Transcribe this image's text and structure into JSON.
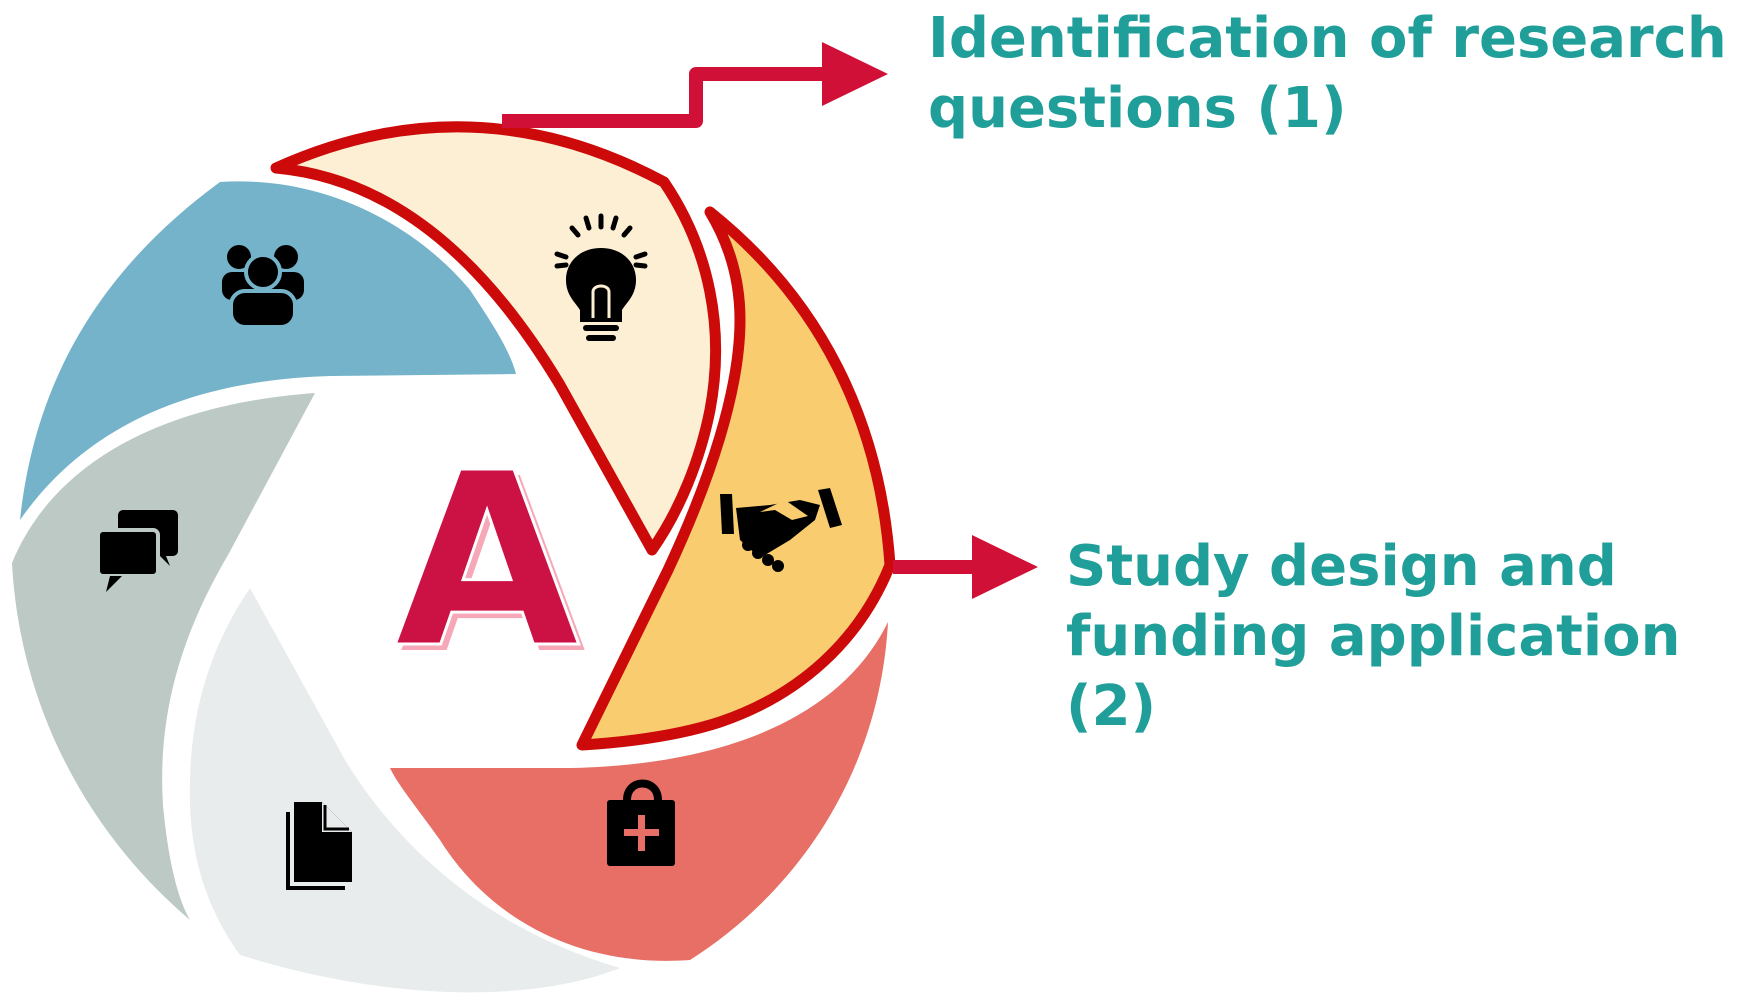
{
  "center_letter": "A",
  "steps": [
    {
      "label_line1": "Identification of research",
      "label_line2": "questions (1)",
      "icon": "lightbulb-icon"
    },
    {
      "label_line1": "Study design and",
      "label_line2": "funding application (2)",
      "icon": "handshake-icon"
    }
  ],
  "segment_icons": [
    "group-icon",
    "lightbulb-icon",
    "handshake-icon",
    "medical-bag-icon",
    "documents-icon",
    "chat-icon"
  ],
  "colors": {
    "blue": "#74b3ca",
    "light_yellow": "#fdefd4",
    "yellow": "#f9cd6f",
    "salmon": "#e76f65",
    "light_grey": "#e8ecec",
    "grey": "#bcc9c4",
    "highlight_red": "#cc0a0a",
    "arrow_red": "#d01036",
    "label_teal": "#1f9e9a"
  }
}
